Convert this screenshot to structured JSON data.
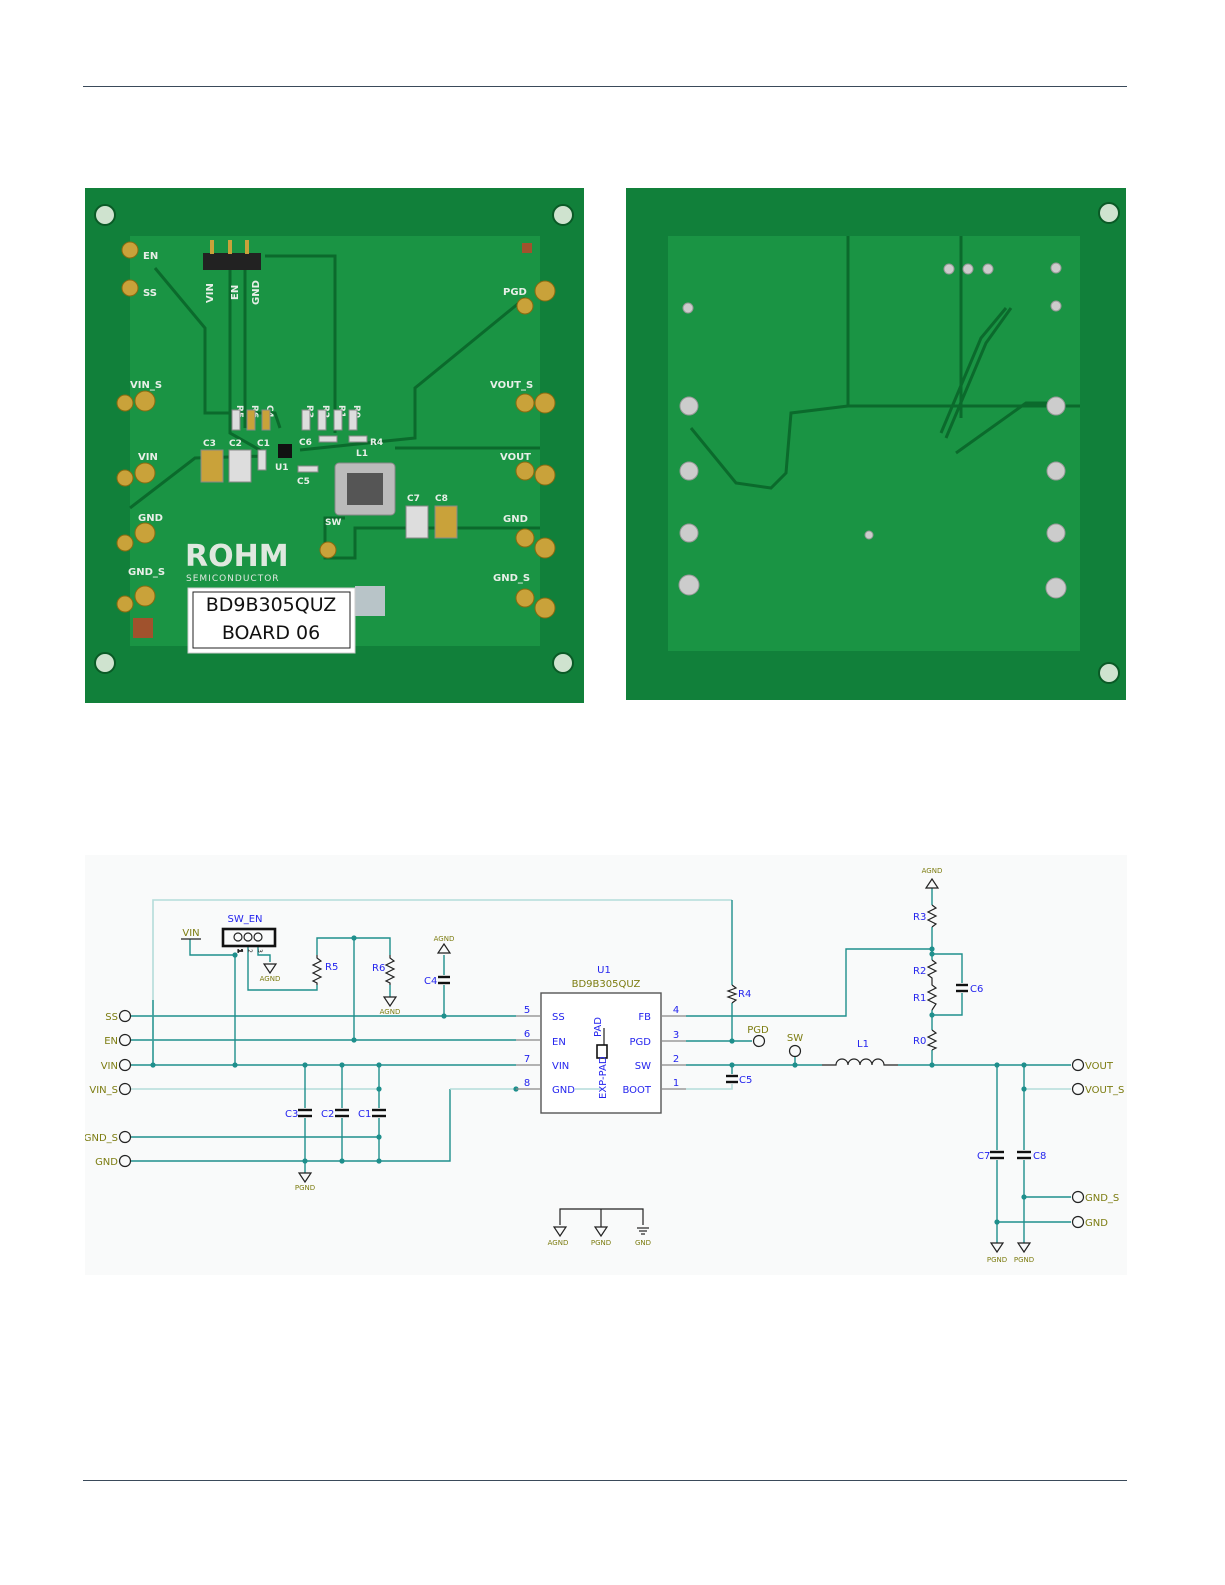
{
  "photos": {
    "top_view": {
      "connectors_left": [
        "EN",
        "SS",
        "VIN_S",
        "VIN",
        "GND",
        "GND_S"
      ],
      "connectors_right": [
        "PGD",
        "VOUT_S",
        "VOUT",
        "GND",
        "GND_S"
      ],
      "header_labels": [
        "VIN",
        "EN",
        "GND"
      ],
      "components": {
        "R5": "R5",
        "R6": "R6",
        "C4": "C4",
        "R3": "R3",
        "R2": "R2",
        "R1": "R1",
        "R0": "R0",
        "C3": "C3",
        "C2": "C2",
        "C1": "C1",
        "U1": "U1",
        "C6": "C6",
        "R4": "R4",
        "L1": "L1",
        "C5": "C5",
        "SW": "SW",
        "C7": "C7",
        "C8": "C8"
      },
      "logo": "ROHM",
      "logo_sub": "SEMICONDUCTOR",
      "sticker_line1": "BD9B305QUZ",
      "sticker_line2": "BOARD 06"
    }
  },
  "schematic": {
    "ports_left": {
      "ss": "SS",
      "en": "EN",
      "vin": "VIN",
      "vin_s": "VIN_S",
      "gnd_s": "GND_S",
      "gnd": "GND"
    },
    "ports_right": {
      "vout": "VOUT",
      "vout_s": "VOUT_S",
      "gnd_s": "GND_S",
      "gnd": "GND"
    },
    "vin_supply": "VIN",
    "switch": {
      "name": "SW_EN",
      "pins": [
        "1",
        "2",
        "3"
      ]
    },
    "ic": {
      "ref": "U1",
      "part": "BD9B305QUZ",
      "left_pins": [
        {
          "num": "5",
          "name": "SS"
        },
        {
          "num": "6",
          "name": "EN"
        },
        {
          "num": "7",
          "name": "VIN"
        },
        {
          "num": "8",
          "name": "GND"
        }
      ],
      "right_pins": [
        {
          "num": "4",
          "name": "FB"
        },
        {
          "num": "3",
          "name": "PGD"
        },
        {
          "num": "2",
          "name": "SW"
        },
        {
          "num": "1",
          "name": "BOOT"
        }
      ],
      "pad": "PAD",
      "exp_pad": "EXP-PAD"
    },
    "components": {
      "R0": "R0",
      "R1": "R1",
      "R2": "R2",
      "R3": "R3",
      "R4": "R4",
      "R5": "R5",
      "R6": "R6",
      "C1": "C1",
      "C2": "C2",
      "C3": "C3",
      "C4": "C4",
      "C5": "C5",
      "C6": "C6",
      "C7": "C7",
      "C8": "C8",
      "L1": "L1"
    },
    "testpoints": {
      "pgd": "PGD",
      "sw": "SW"
    },
    "grounds": {
      "agnd": "AGND",
      "pgnd": "PGND",
      "gnd": "GND"
    }
  }
}
